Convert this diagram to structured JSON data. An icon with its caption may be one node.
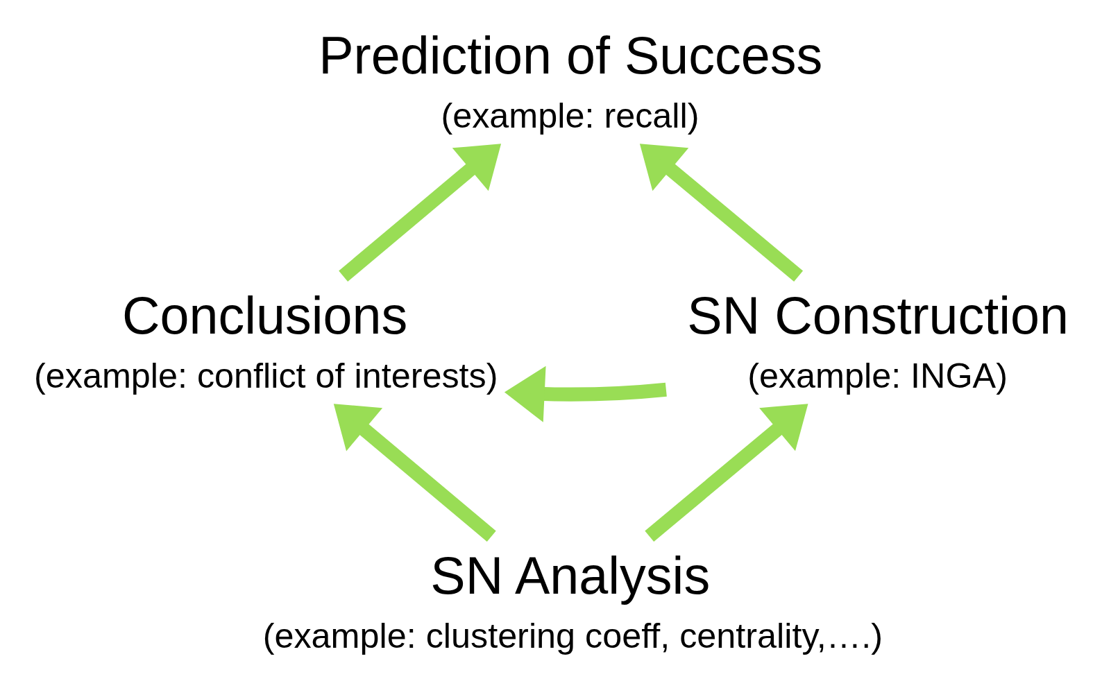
{
  "diagram": {
    "nodes": [
      {
        "text": [
          "Prediction of Success",
          "(example: recall)"
        ]
      },
      {
        "text": [
          "Conclusions",
          "(example: conflict of interests)"
        ]
      },
      {
        "text": [
          "SN Construction",
          "(example: INGA)"
        ]
      },
      {
        "text": [
          "SN Analysis",
          "(example: clustering coeff, centrality,….)"
        ]
      }
    ],
    "edges": [
      {
        "from": 1,
        "to": 0,
        "arrow": "to"
      },
      {
        "from": 2,
        "to": 0,
        "arrow": "to"
      },
      {
        "from": 2,
        "to": 1,
        "arrow": "to"
      },
      {
        "from": 3,
        "to": 1,
        "arrow": "to"
      },
      {
        "from": 3,
        "to": 2,
        "arrow": "to"
      }
    ]
  }
}
